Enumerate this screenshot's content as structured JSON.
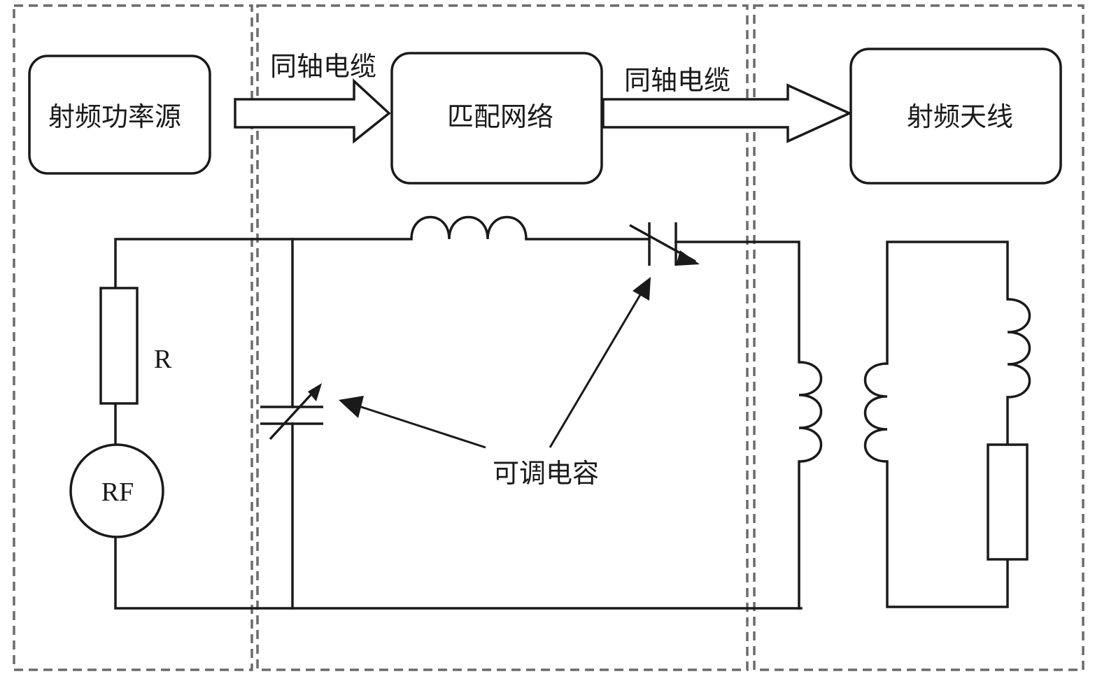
{
  "blocks": {
    "source": "射频功率源",
    "matching": "匹配网络",
    "antenna": "射频天线"
  },
  "cables": {
    "cable1": "同轴电缆",
    "cable2": "同轴电缆"
  },
  "components": {
    "resistor_label": "R",
    "rf_source_label": "RF",
    "variable_capacitor_label": "可调电容"
  },
  "colors": {
    "line": "#1a1a1a",
    "dashed_border": "#6b6b6b",
    "background": "#ffffff"
  }
}
